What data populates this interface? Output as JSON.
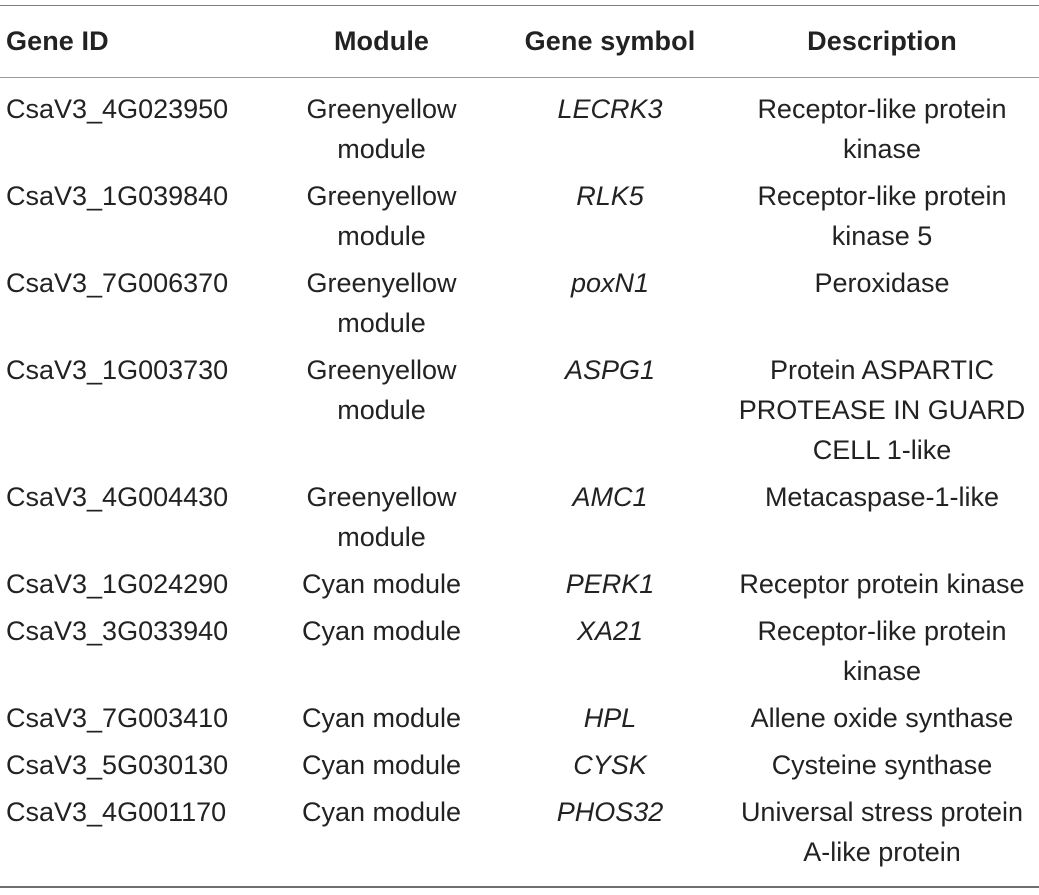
{
  "table": {
    "headers": {
      "gene_id": "Gene ID",
      "module": "Module",
      "gene_symbol": "Gene symbol",
      "description": "Description"
    },
    "rows": [
      {
        "gene_id": "CsaV3_4G023950",
        "module": "Greenyellow module",
        "gene_symbol": "LECRK3",
        "description": "Receptor-like protein kinase"
      },
      {
        "gene_id": "CsaV3_1G039840",
        "module": "Greenyellow module",
        "gene_symbol": "RLK5",
        "description": "Receptor-like protein kinase 5"
      },
      {
        "gene_id": "CsaV3_7G006370",
        "module": "Greenyellow module",
        "gene_symbol": "poxN1",
        "description": "Peroxidase"
      },
      {
        "gene_id": "CsaV3_1G003730",
        "module": "Greenyellow module",
        "gene_symbol": "ASPG1",
        "description": "Protein ASPARTIC PROTEASE IN GUARD CELL 1-like"
      },
      {
        "gene_id": "CsaV3_4G004430",
        "module": "Greenyellow module",
        "gene_symbol": "AMC1",
        "description": "Metacaspase-1-like"
      },
      {
        "gene_id": "CsaV3_1G024290",
        "module": "Cyan module",
        "gene_symbol": "PERK1",
        "description": "Receptor protein kinase"
      },
      {
        "gene_id": "CsaV3_3G033940",
        "module": "Cyan module",
        "gene_symbol": "XA21",
        "description": "Receptor-like protein kinase"
      },
      {
        "gene_id": "CsaV3_7G003410",
        "module": "Cyan module",
        "gene_symbol": "HPL",
        "description": "Allene oxide synthase"
      },
      {
        "gene_id": "CsaV3_5G030130",
        "module": "Cyan module",
        "gene_symbol": "CYSK",
        "description": "Cysteine synthase"
      },
      {
        "gene_id": "CsaV3_4G001170",
        "module": "Cyan module",
        "gene_symbol": "PHOS32",
        "description": "Universal stress protein A-like protein"
      }
    ]
  },
  "colors": {
    "text": "#222222",
    "rules": "#7f7f7f",
    "background": "#ffffff"
  }
}
